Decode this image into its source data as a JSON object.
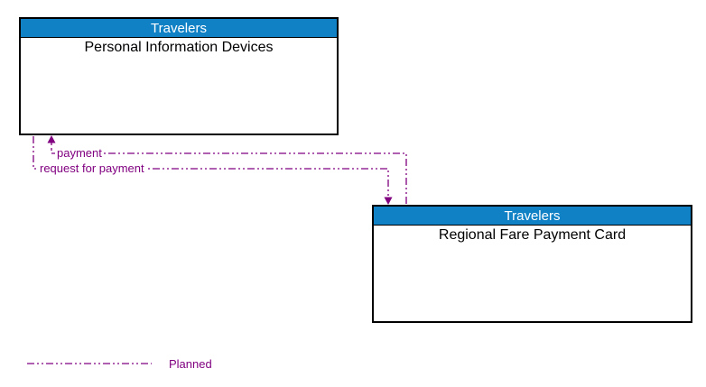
{
  "entities": [
    {
      "header": "Travelers",
      "title": "Personal Information Devices"
    },
    {
      "header": "Travelers",
      "title": "Regional Fare Payment Card"
    }
  ],
  "flows": [
    {
      "label": "payment",
      "from": "Regional Fare Payment Card",
      "to": "Personal Information Devices",
      "status": "Planned",
      "line_style": "dash-dot-dot"
    },
    {
      "label": "request for payment",
      "from": "Personal Information Devices",
      "to": "Regional Fare Payment Card",
      "status": "Planned",
      "line_style": "dash-dot-dot"
    }
  ],
  "legend": {
    "items": [
      {
        "label": "Planned",
        "line_style": "dash-dot-dot"
      }
    ]
  },
  "colors": {
    "entity_header_bg": "#1181C6",
    "entity_header_text": "#FFFFFF",
    "entity_border": "#000000",
    "entity_title_text": "#000000",
    "flow_line": "#800080",
    "flow_label_text": "#800080",
    "legend_text": "#800080",
    "background": "#FFFFFF"
  }
}
